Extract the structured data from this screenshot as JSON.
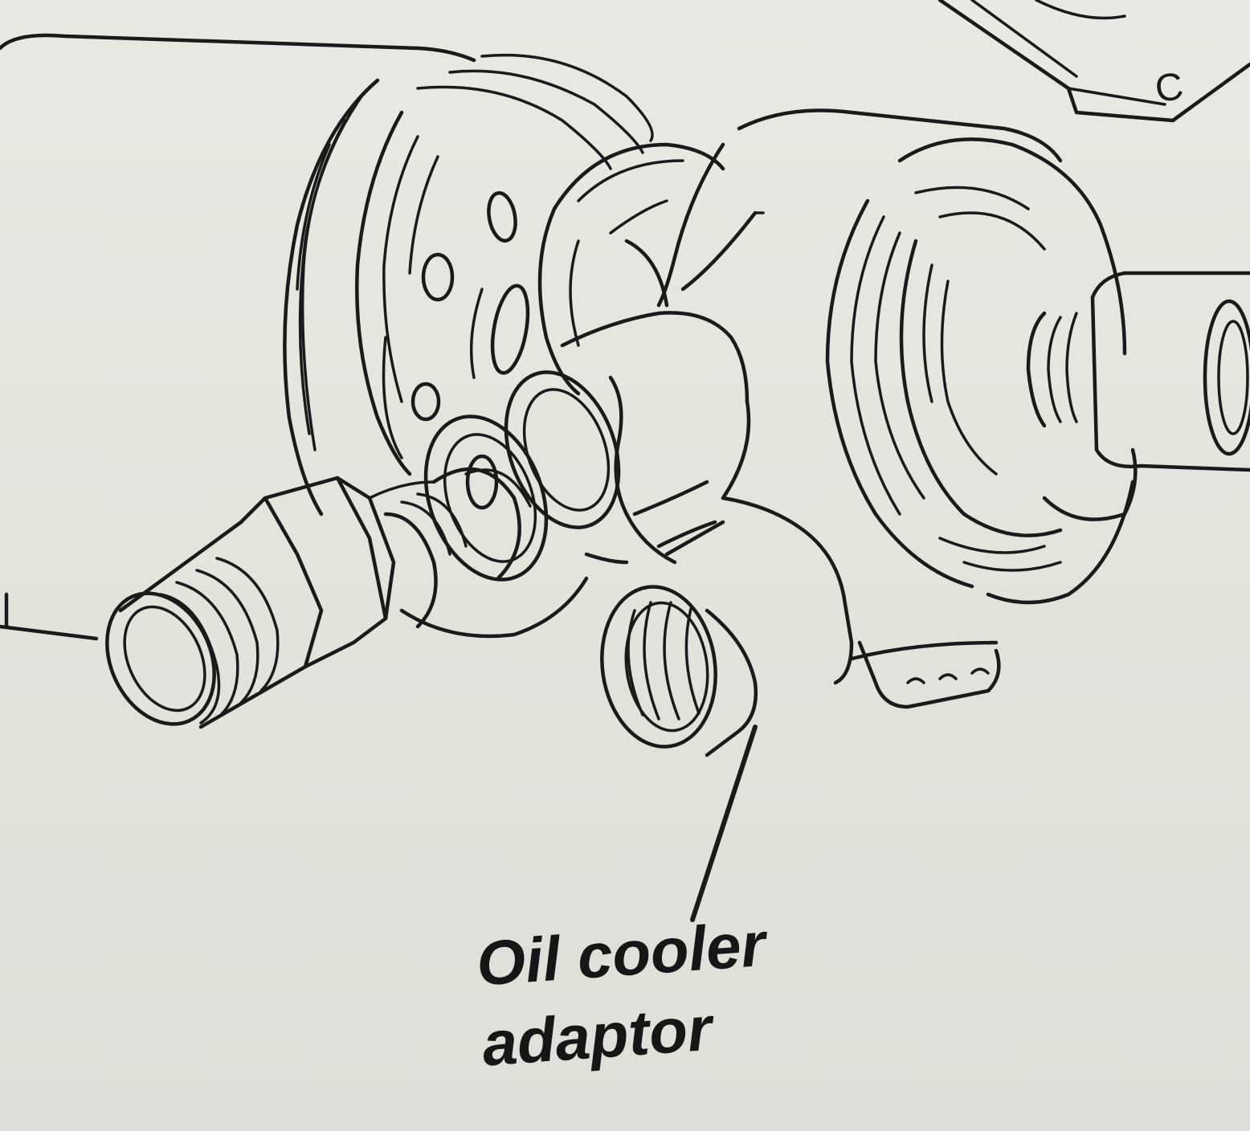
{
  "figure": {
    "callout": {
      "line1": "Oil cooler",
      "line2": "adaptor"
    },
    "corner_mark": "C",
    "stroke_color": "#1a1a1a",
    "paper_color": "#e4e4de"
  }
}
